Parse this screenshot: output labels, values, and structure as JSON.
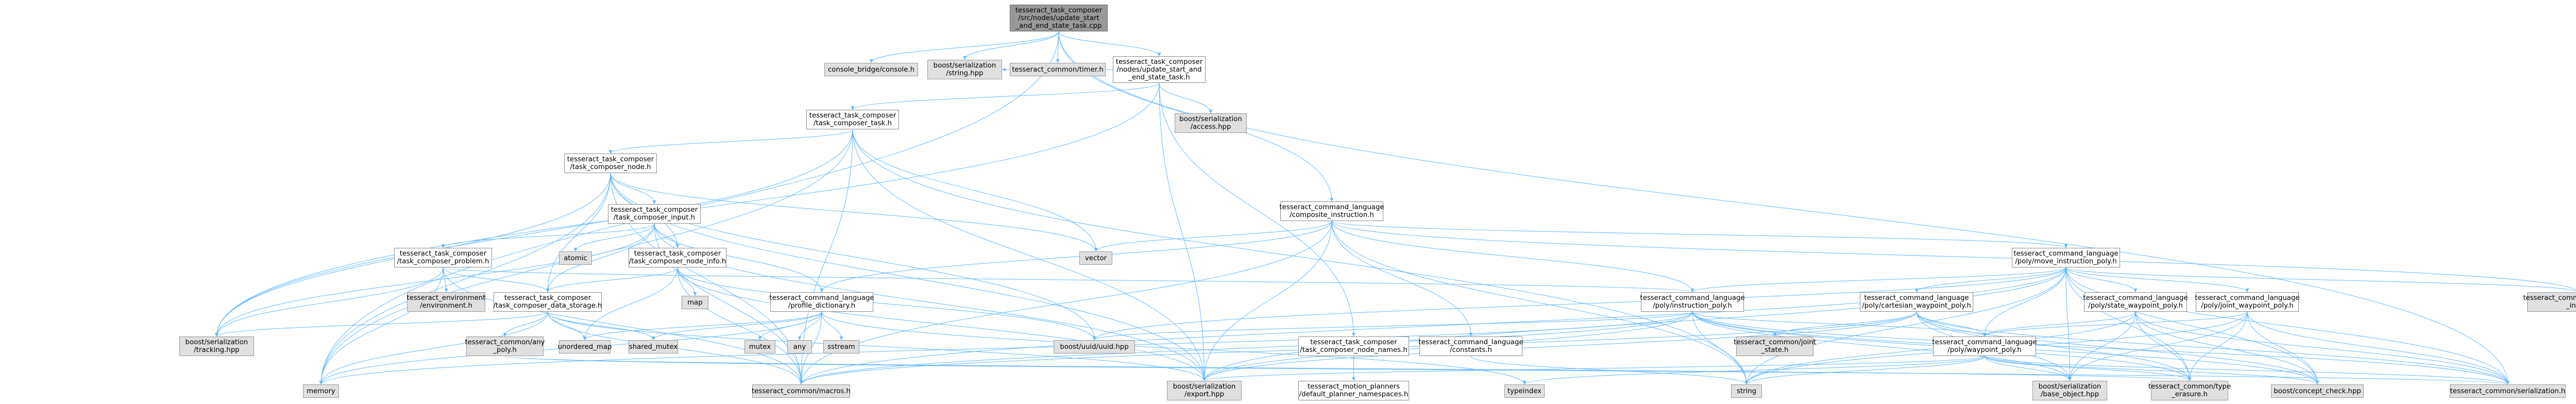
{
  "colors": {
    "edge": "#63b8ff",
    "internal_fill": "#ffffff",
    "external_fill": "#e0e0e0",
    "root_fill": "#999999",
    "border": "#8a8a8a"
  },
  "nodes": {
    "root": "tesseract_task_composer\n/src/nodes/update_start\n_and_end_state_task.cpp",
    "console_bridge": "console_bridge/console.h",
    "boost_ser_string": "boost/serialization\n/string.hpp",
    "timer": "tesseract_common/timer.h",
    "update_start_end": "tesseract_task_composer\n/nodes/update_start_and\n_end_state_task.h",
    "task_composer_task": "tesseract_task_composer\n/task_composer_task.h",
    "boost_ser_access": "boost/serialization\n/access.hpp",
    "task_composer_node": "tesseract_task_composer\n/task_composer_node.h",
    "composite_instruction": "tesseract_command_language\n/composite_instruction.h",
    "task_composer_input": "tesseract_task_composer\n/task_composer_input.h",
    "vector": "vector",
    "move_instruction_poly": "tesseract_command_language\n/poly/move_instruction_poly.h",
    "task_composer_problem": "tesseract_task_composer\n/task_composer_problem.h",
    "atomic": "atomic",
    "task_composer_node_info": "tesseract_task_composer\n/task_composer_node_info.h",
    "tesseract_environment": "tesseract_environment\n/environment.h",
    "task_composer_data_storage": "tesseract_task_composer\n/task_composer_data_storage.h",
    "map": "map",
    "profile_dictionary": "tesseract_command_language\n/profile_dictionary.h",
    "instruction_poly": "tesseract_command_language\n/poly/instruction_poly.h",
    "cartesian_waypoint_poly": "tesseract_command_language\n/poly/cartesian_waypoint_poly.h",
    "state_waypoint_poly": "tesseract_command_language\n/poly/state_waypoint_poly.h",
    "joint_waypoint_poly": "tesseract_command_language\n/poly/joint_waypoint_poly.h",
    "manipulator_info": "tesseract_common/manipulator\n_info.h",
    "boost_ser_tracking": "boost/serialization\n/tracking.hpp",
    "common_any_poly": "tesseract_common/any\n_poly.h",
    "unordered_map": "unordered_map",
    "shared_mutex": "shared_mutex",
    "mutex": "mutex",
    "any": "any",
    "sstream": "sstream",
    "boost_uuid": "boost/uuid/uuid.hpp",
    "task_composer_node_names": "tesseract_task_composer\n/task_composer_node_names.h",
    "constants": "tesseract_command_language\n/constants.h",
    "joint_state": "tesseract_common/joint\n_state.h",
    "waypoint_poly": "tesseract_command_language\n/poly/waypoint_poly.h",
    "memory": "memory",
    "common_macros": "tesseract_common/macros.h",
    "default_planner_namespaces": "tesseract_motion_planners\n/default_planner_namespaces.h",
    "typeindex": "typeindex",
    "boost_ser_export": "boost/serialization\n/export.hpp",
    "string": "string",
    "boost_ser_base_object": "boost/serialization\n/base_object.hpp",
    "common_type_erasure": "tesseract_common/type\n_erasure.h",
    "boost_concept_check": "boost/concept_check.hpp",
    "common_serialization": "tesseract_common/serialization.h"
  }
}
